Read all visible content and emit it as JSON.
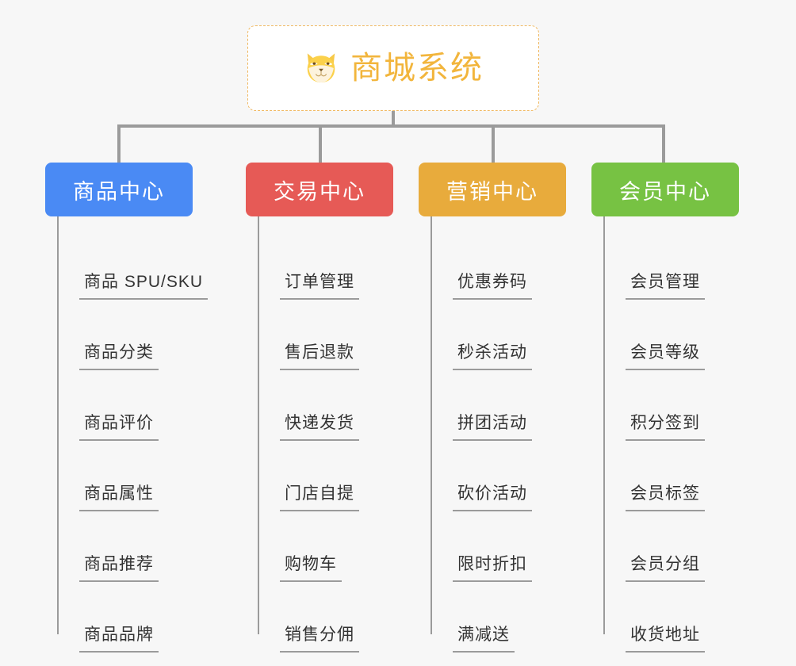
{
  "root": {
    "title": "商城系统",
    "icon": "shiba-dog-icon",
    "border_color": "#f0b860",
    "text_color": "#f2b53c",
    "background": "#ffffff"
  },
  "canvas": {
    "background": "#f7f7f7",
    "connector_color": "#9b9b9b"
  },
  "branches": [
    {
      "label": "商品中心",
      "color": "#4a8af4",
      "items": [
        "商品 SPU/SKU",
        "商品分类",
        "商品评价",
        "商品属性",
        "商品推荐",
        "商品品牌"
      ]
    },
    {
      "label": "交易中心",
      "color": "#e65a56",
      "items": [
        "订单管理",
        "售后退款",
        "快递发货",
        "门店自提",
        "购物车",
        "销售分佣"
      ]
    },
    {
      "label": "营销中心",
      "color": "#e8ab3c",
      "items": [
        "优惠券码",
        "秒杀活动",
        "拼团活动",
        "砍价活动",
        "限时折扣",
        "满减送"
      ]
    },
    {
      "label": "会员中心",
      "color": "#77c243",
      "items": [
        "会员管理",
        "会员等级",
        "积分签到",
        "会员标签",
        "会员分组",
        "收货地址"
      ]
    }
  ]
}
